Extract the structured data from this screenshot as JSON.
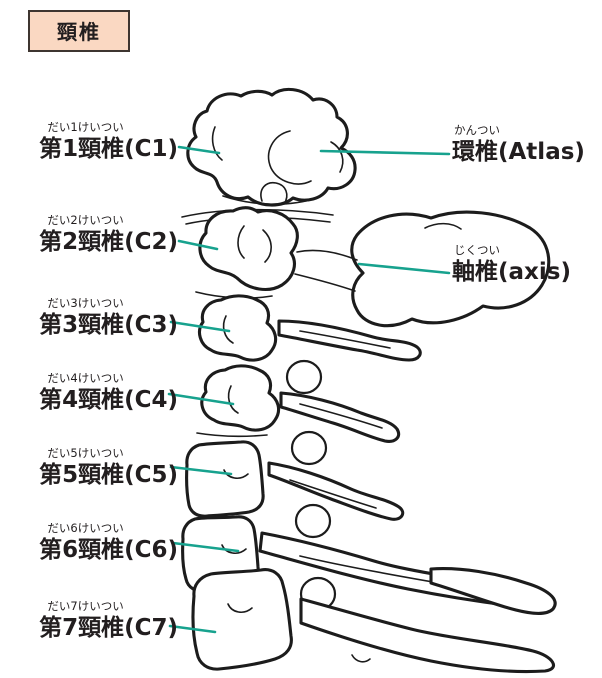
{
  "figure": {
    "title": "頸椎"
  },
  "colors": {
    "leader": "#17a28e",
    "line": "#1c1c1c",
    "text": "#221e1f",
    "title_bg": "#fad8c2",
    "title_border": "#3e3530"
  },
  "left_labels": [
    {
      "furigana": "だい1けいつい",
      "main": "第1頸椎(C1)"
    },
    {
      "furigana": "だい2けいつい",
      "main": "第2頸椎(C2)"
    },
    {
      "furigana": "だい3けいつい",
      "main": "第3頸椎(C3)"
    },
    {
      "furigana": "だい4けいつい",
      "main": "第4頸椎(C4)"
    },
    {
      "furigana": "だい5けいつい",
      "main": "第5頸椎(C5)"
    },
    {
      "furigana": "だい6けいつい",
      "main": "第6頸椎(C6)"
    },
    {
      "furigana": "だい7けいつい",
      "main": "第7頸椎(C7)"
    }
  ],
  "right_labels": [
    {
      "furigana": "かんつい",
      "main": "環椎(Atlas)"
    },
    {
      "furigana": "じくつい",
      "main": "軸椎(axis)"
    }
  ]
}
